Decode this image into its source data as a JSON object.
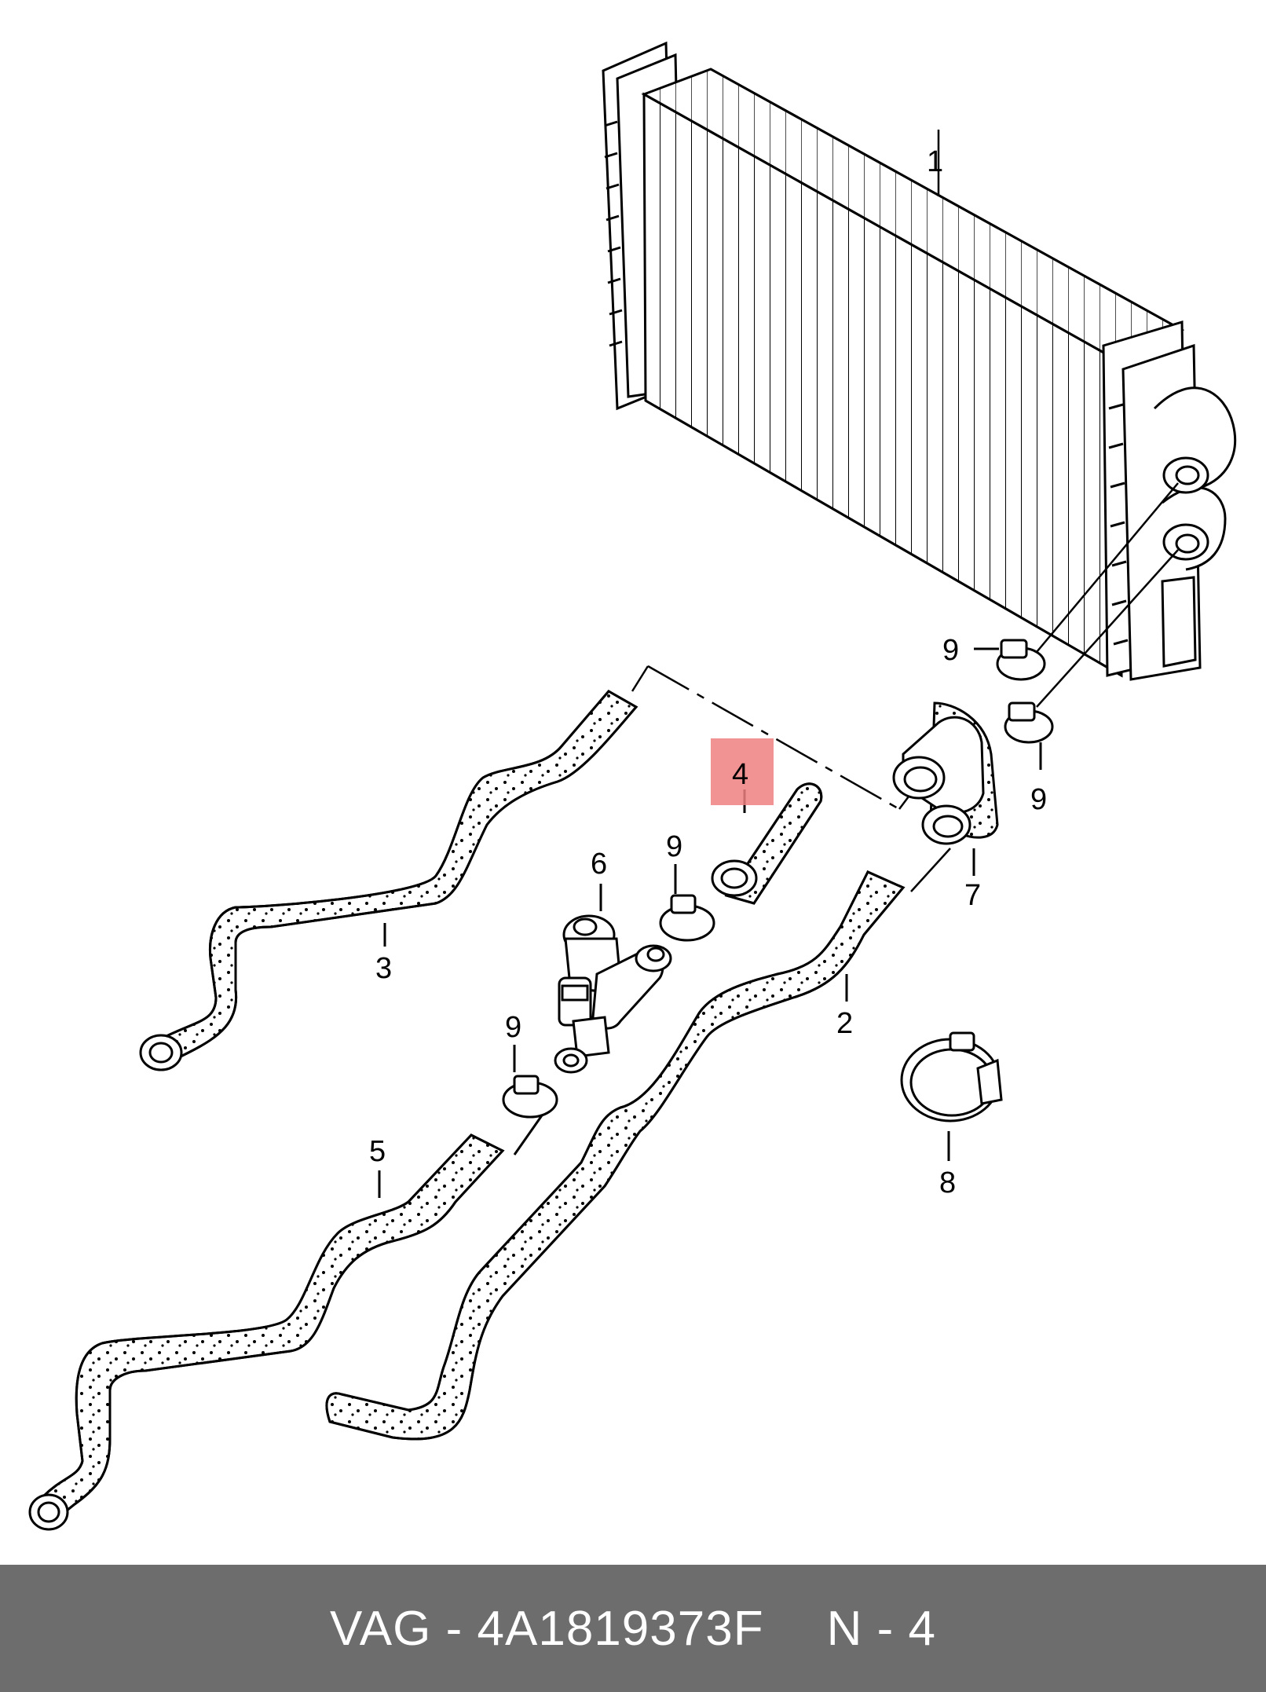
{
  "callouts": {
    "c1": "1",
    "c2": "2",
    "c3": "3",
    "c4": "4",
    "c5": "5",
    "c6": "6",
    "c7": "7",
    "c8": "8",
    "c9a": "9",
    "c9b": "9",
    "c9c": "9",
    "c9d": "9"
  },
  "highlight": {
    "callout": "4",
    "color": "#f08080"
  },
  "footer": {
    "brand": "VAG",
    "separator": "-",
    "part_number": "4A1819373F",
    "position_label": "N",
    "position_separator": "-",
    "position_number": "4"
  },
  "colors": {
    "footer_bg": "#6d6d6d",
    "line": "#000000",
    "highlight": "#f08080"
  }
}
